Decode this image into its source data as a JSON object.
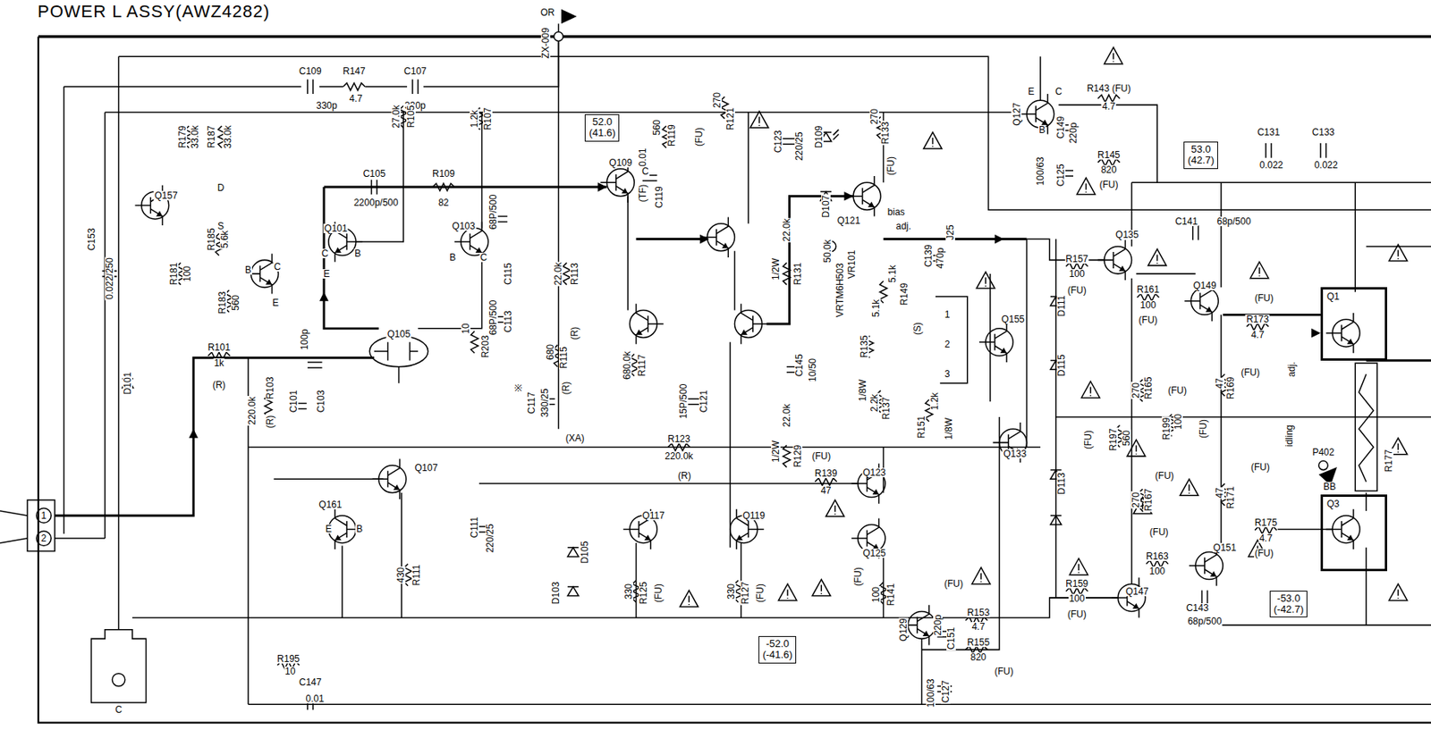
{
  "diagram": {
    "title": "POWER L ASSY(AWZ4282)",
    "nodes": [
      {
        "text": [
          "52.0",
          "(41.6)"
        ]
      },
      {
        "text": [
          "53.0",
          "(42.7)"
        ]
      },
      {
        "text": [
          "Q1"
        ]
      },
      {
        "text": [
          "Q3"
        ]
      },
      {
        "text": [
          "-53.0",
          "(-42.7)"
        ]
      },
      {
        "text": [
          "-52.0",
          "(-41.6)"
        ]
      }
    ],
    "labels": [
      "OR",
      "ZX-009",
      "C109",
      "R147",
      "4.7",
      "C107",
      "330p",
      "330p",
      "R179",
      "33.0k",
      "R187",
      "33.0k",
      "Q157",
      "D",
      "S",
      "C153",
      "0.022/250",
      "R181",
      "100",
      "R185",
      "5.6k",
      "R183",
      "560",
      "B",
      "C",
      "E",
      "D101",
      "C105",
      "2200p/500",
      "R109",
      "82",
      "R105",
      "27.0k",
      "R107",
      "1.2k",
      "Q101",
      "C",
      "B",
      "E",
      "Q103",
      "B",
      "C",
      "68P/500",
      "C115",
      "68P/500",
      "C113",
      "R113",
      "22.0k",
      "(R)",
      "Q105",
      "R101",
      "1k",
      "(R)",
      "220.0k",
      "R103",
      "(R)",
      "C101",
      "100p",
      "C103",
      "R203",
      "10",
      "※",
      "C117",
      "330/25",
      "R115",
      "680",
      "(R)",
      "(XA)",
      "R117",
      "680.0k",
      "R123",
      "220.0k",
      "(R)",
      "Q107",
      "Q161",
      "E",
      "B",
      "R111",
      "430",
      "C111",
      "220/25",
      "D105",
      "D103",
      "Q117",
      "Q119",
      "R125",
      "330",
      "(FU)",
      "R127",
      "330",
      "(FU)",
      "15P/500",
      "C121",
      "Q109",
      "C",
      "E",
      "R119",
      "560",
      "(FU)",
      "0.01",
      "(TF)",
      "C119",
      "R121",
      "270",
      "C123",
      "220/25",
      "D109",
      "D107",
      "R133",
      "270",
      "(FU)",
      "Q121",
      "bias",
      "adj.",
      "1/2W",
      "22.0k",
      "R131",
      "C145",
      "10/50",
      "1/2W",
      "22.0k",
      "R129",
      "50.0k",
      "VRTM6H503",
      "VR101",
      "5.1k",
      "R149",
      "R135",
      "5.1k",
      "C139",
      "470p",
      "J25",
      "(S)",
      "1",
      "2",
      "3",
      "Q155",
      "1/8W",
      "2.2k",
      "R137",
      "R151",
      "1.2k",
      "1/8W",
      "Q133",
      "(FU)",
      "R139",
      "47",
      "Q123",
      "Q125",
      "(FU)",
      "R141",
      "100",
      "Q129",
      "220p",
      "C151",
      "100/63",
      "C127",
      "(FU)",
      "R153",
      "4.7",
      "R155",
      "820",
      "(FU)",
      "Q127",
      "E",
      "C",
      "B",
      "C149",
      "220p",
      "C125",
      "100/63",
      "R143 (FU)",
      "4.7",
      "R145",
      "820",
      "(FU)",
      "C131",
      "0.022",
      "C133",
      "0.022",
      "R157",
      "100",
      "(FU)",
      "D111",
      "Q135",
      "C141",
      "68p/500",
      "R161",
      "100",
      "(FU)",
      "Q149",
      "(FU)",
      "R173",
      "4.7",
      "D115",
      "R165",
      "270",
      "(FU)",
      "R169",
      "47",
      "(FU)",
      "adj.",
      "idling",
      "R197",
      "560",
      "(FU)",
      "R199",
      "100",
      "(FU)",
      "(FU)",
      "(FU)",
      "P402",
      "BB",
      "R177",
      "D113",
      "R167",
      "270",
      "R171",
      "47",
      "(FU)",
      "R163",
      "100",
      "Q151",
      "C143",
      "68p/500",
      "R175",
      "4.7",
      "(FU)",
      "R159",
      "100",
      "(FU)",
      "Q147",
      "R195",
      "10",
      "C147",
      "0.01",
      "C",
      "1",
      "2"
    ]
  }
}
